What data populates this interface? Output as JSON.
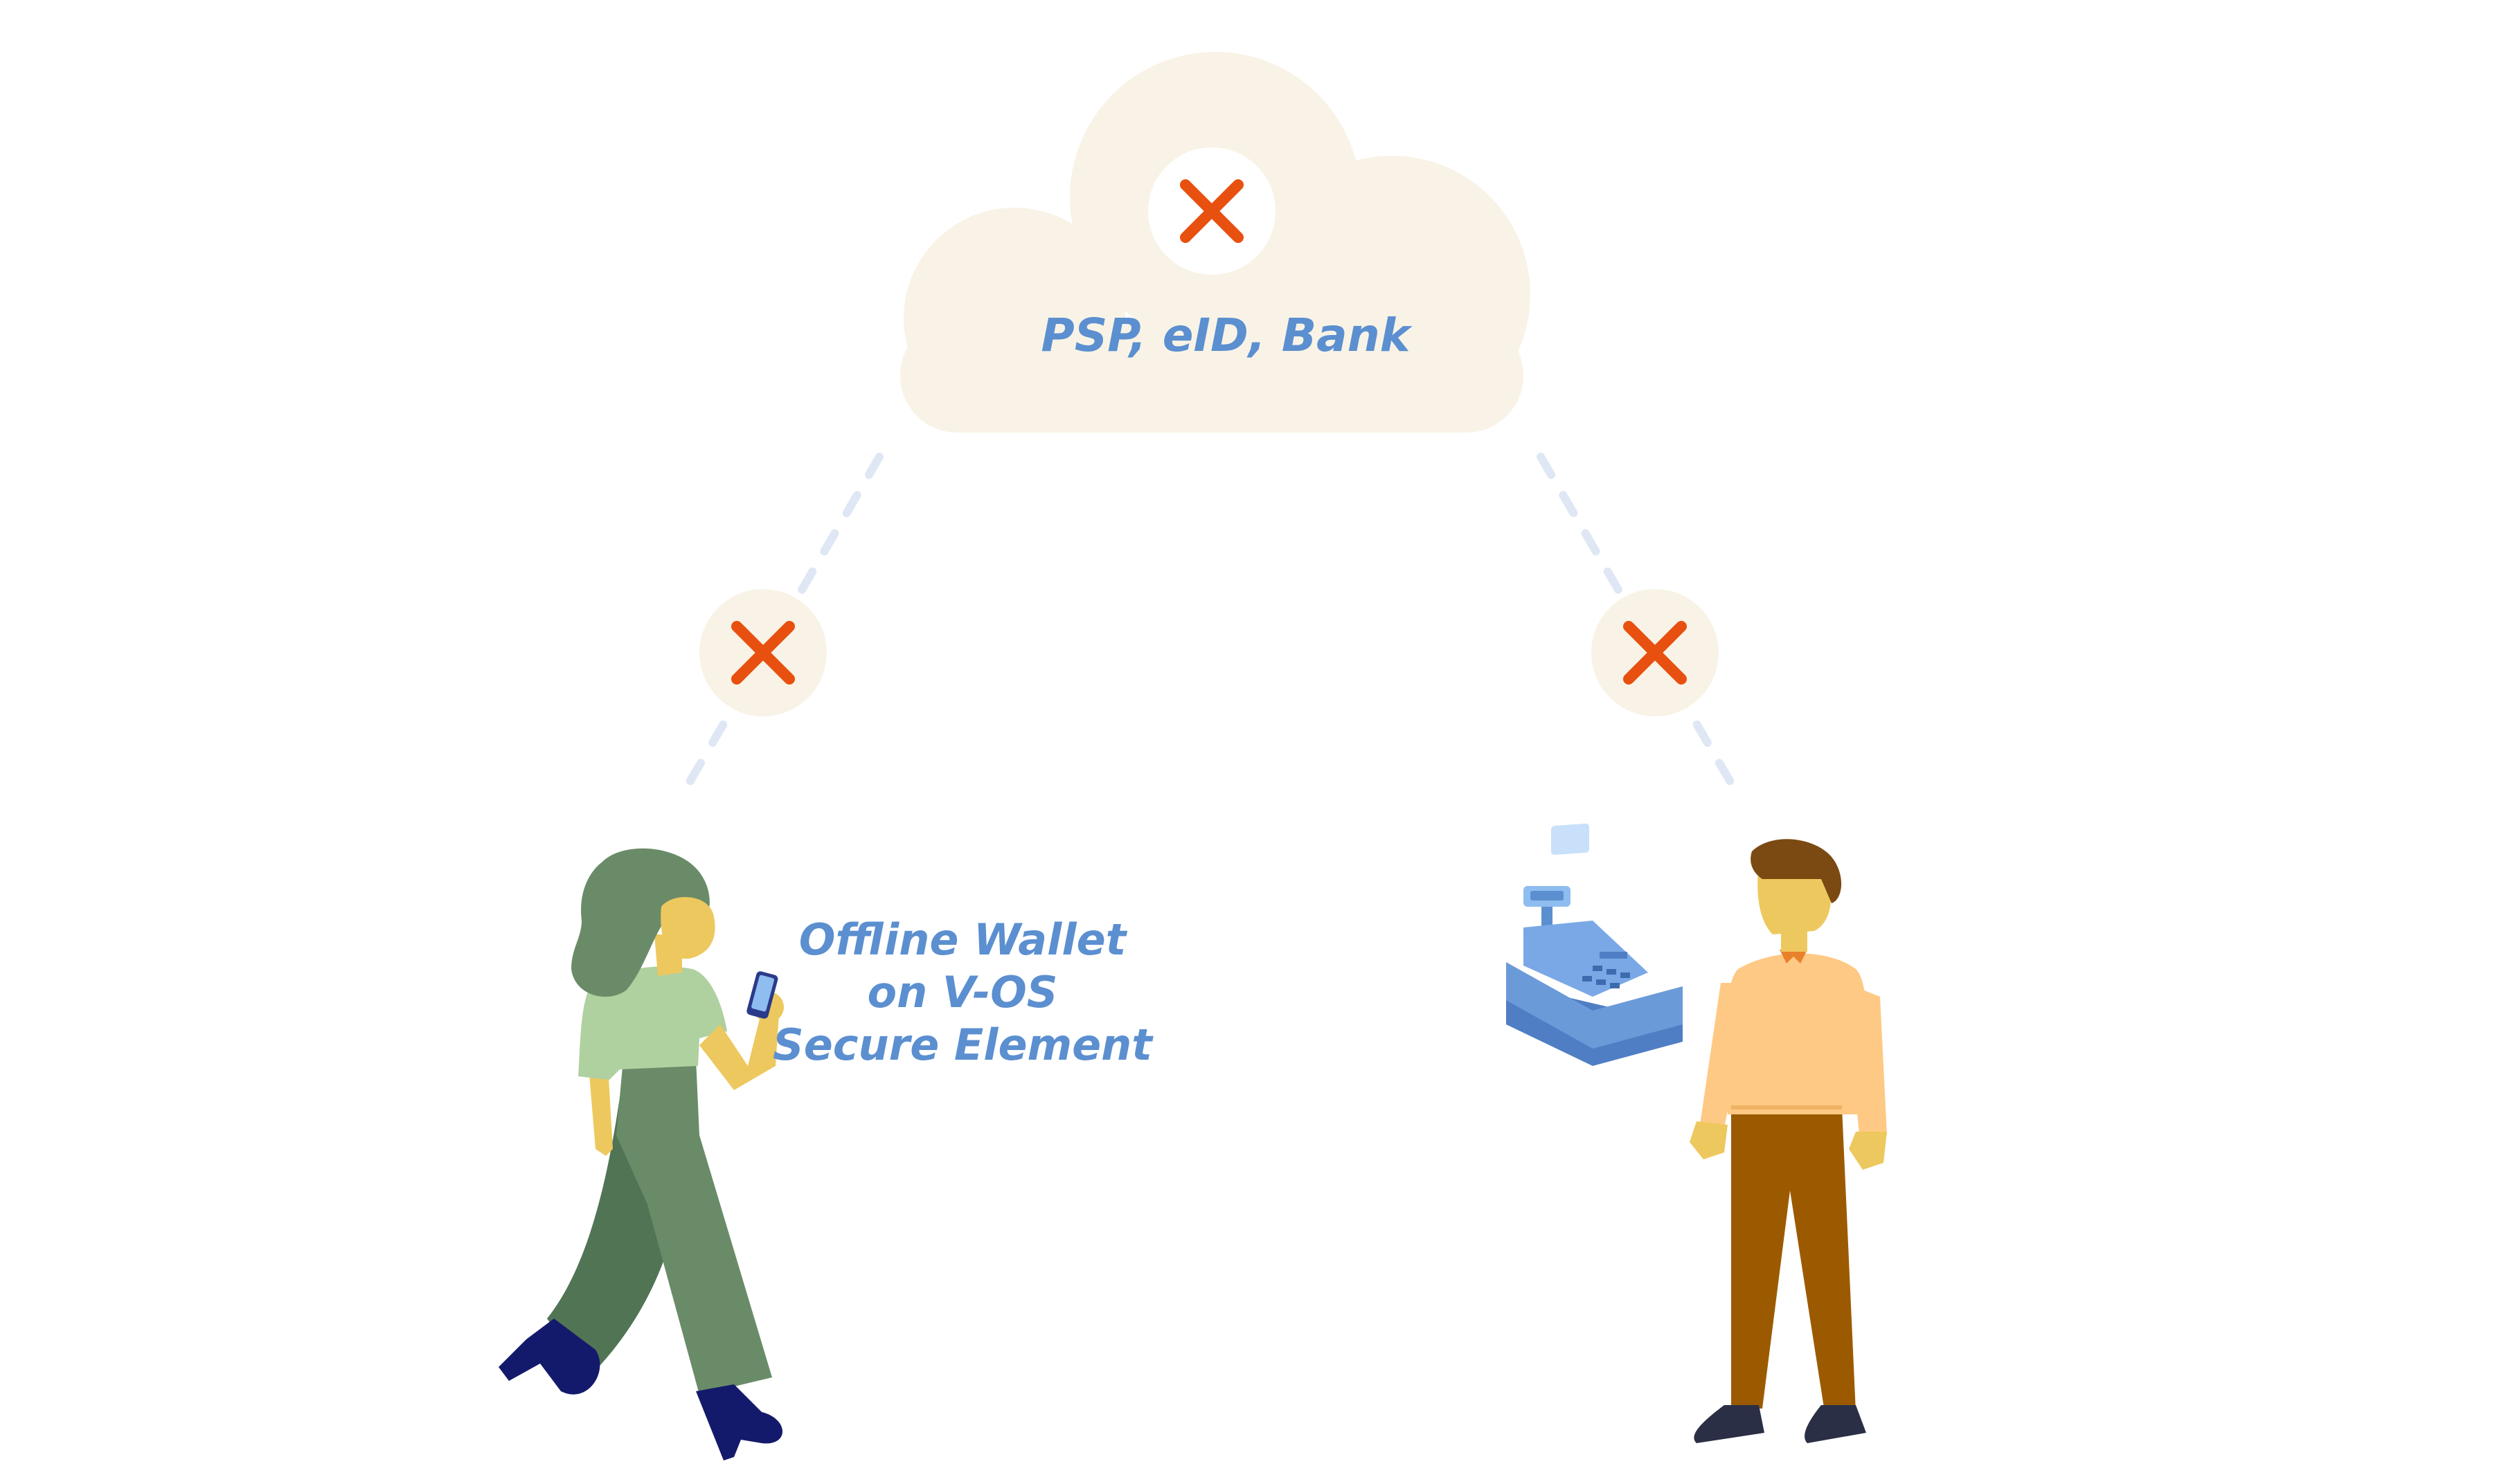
{
  "cloud": {
    "label": "PSP, eID, Bank",
    "status_icon": "x-icon"
  },
  "wallet": {
    "line1": "Offline Wallet",
    "line2": "on V-OS",
    "line3": "Secure Element"
  },
  "connections": [
    {
      "from": "cloud",
      "to": "customer",
      "status_icon": "x-icon"
    },
    {
      "from": "cloud",
      "to": "merchant",
      "status_icon": "x-icon"
    }
  ],
  "colors": {
    "text": "#5b8fd0",
    "cloud": "#f8f3e6",
    "x_mark": "#e8500f",
    "dashed_line": "#dfe7f5"
  },
  "figures": [
    "customer-figure",
    "merchant-figure",
    "cash-register-icon",
    "phone-icon"
  ]
}
